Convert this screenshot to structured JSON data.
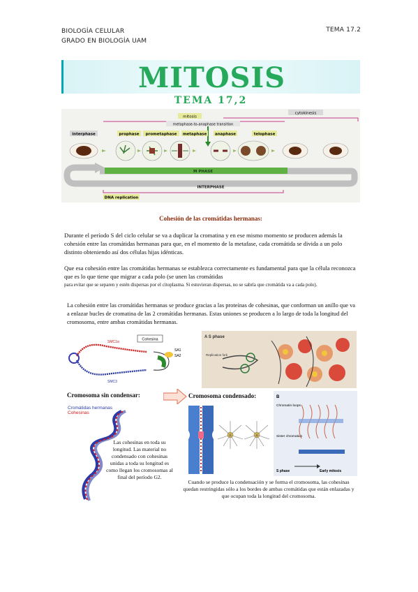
{
  "header": {
    "left_line1": "BIOLOGÍA CELULAR",
    "left_line2": "GRADO EN BIOLOGÍA UAM",
    "right": "TEMA 17.2"
  },
  "title": "MITOSIS",
  "subtitle": "TEMA 17,2",
  "phase_diagram": {
    "top_labels": {
      "mitosis": "mitosis",
      "cytokinesis": "cytokinesis",
      "transition": "metaphase-to-anaphase transition"
    },
    "phases": [
      "interphase",
      "prophase",
      "prometaphase",
      "metaphase",
      "anaphase",
      "telophase"
    ],
    "m_phase": "M PHASE",
    "interphase_bar": "INTERPHASE",
    "dna_replication": "DNA replication"
  },
  "cohesion_title": "Cohesión de las cromátidas hermanas:",
  "paragraphs": {
    "p1": "Durante el período S del ciclo celular se va a duplicar la cromatina y en ese mismo momento se producen además la cohesión entre las cromátidas hermanas para que, en el momento de la metafase, cada cromátida se divida a un polo distinto obteniendo así dos células hijas idénticas.",
    "p2": "Que esa cohesión entre las cromátidas hermanas se establezca correctamente es fundamental para que la célula reconozca que es lo que tiene que migrar a cada polo (se unen las cromátidas",
    "p2b": "para evitar que se separen y estén dispersas por el citoplasma. Si estuvieran dispersas, no se sabría que cromátida va a cada polo).",
    "p3": "La cohesión entre las cromátidas hermanas se produce gracias a las proteínas de cohesinas, que conforman un anillo que va a enlazar bucles de cromatina de las 2 cromátidas hermanas. Estas uniones se producen a lo largo de toda la longitud del cromosoma, entre ambas cromátidas hermanas."
  },
  "fig_cohesin": {
    "labels": {
      "smc1": "SMC1α",
      "cohesin": "Cohesina",
      "sa1": "SA1",
      "sa2": "SA2",
      "smc3": "SMC3"
    }
  },
  "fig_sphase": {
    "title": "A  S phase",
    "fork": "Replication fork"
  },
  "chromosome_uncondensed": {
    "label": "Cromosoma sin condensar:",
    "legend_chromatids": "Cromátidas hermanas",
    "legend_cohesins": "Cohesinas",
    "text": "Las cohesinas en toda su longitud. Las material no condensado con cohesinas unidas a toda su longitud es como llegan los cromosomas al final del período G2."
  },
  "chromosome_condensed": {
    "label": "Cromosoma condensado:",
    "text": "Cuando se produce la condensación y se forma el cromosoma, las cohesinas quedan restringidas sólo a los bordes de ambas cromátidas que están enlazadas y que ocupan toda la longitud del cromosoma."
  },
  "fig_early": {
    "panel": "B",
    "chromatin_loops": "Chromatin loops",
    "sister_chromatids": "Sister chromatids",
    "s_phase": "S phase",
    "early_mitosis": "Early mitosis"
  },
  "colors": {
    "title_green": "#26a95a",
    "band": "#d9f3f6",
    "cohesion_title": "#8b2b0a"
  }
}
